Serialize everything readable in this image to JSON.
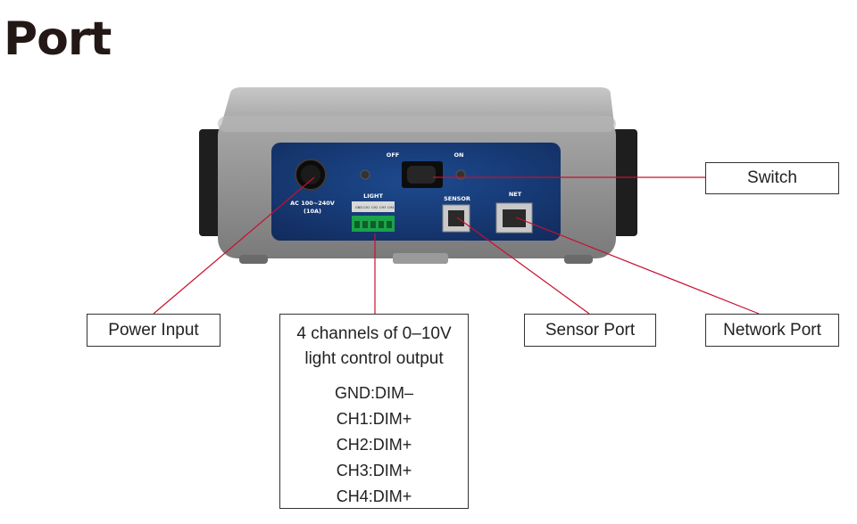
{
  "title": "Port",
  "panel_labels": {
    "ac": "AC 100~240V",
    "ac_amp": "(10A)",
    "light": "LIGHT",
    "off": "OFF",
    "on": "ON",
    "sensor": "SENSOR",
    "net": "NET",
    "light_pins": [
      "GND",
      "CH1",
      "CH2",
      "CH3",
      "CH4"
    ]
  },
  "callouts": {
    "switch": "Switch",
    "power_input": "Power Input",
    "light_output_line1": "4 channels of 0–10V",
    "light_output_line2": "light control output",
    "light_pins": [
      "GND:DIM–",
      "CH1:DIM+",
      "CH2:DIM+",
      "CH3:DIM+",
      "CH4:DIM+"
    ],
    "sensor_port": "Sensor Port",
    "network_port": "Network Port"
  },
  "colors": {
    "leader_line": "#c8102e",
    "panel_blue": "#173a78",
    "housing_gray": "#8e8e8e",
    "terminal_green": "#1aa34a"
  }
}
